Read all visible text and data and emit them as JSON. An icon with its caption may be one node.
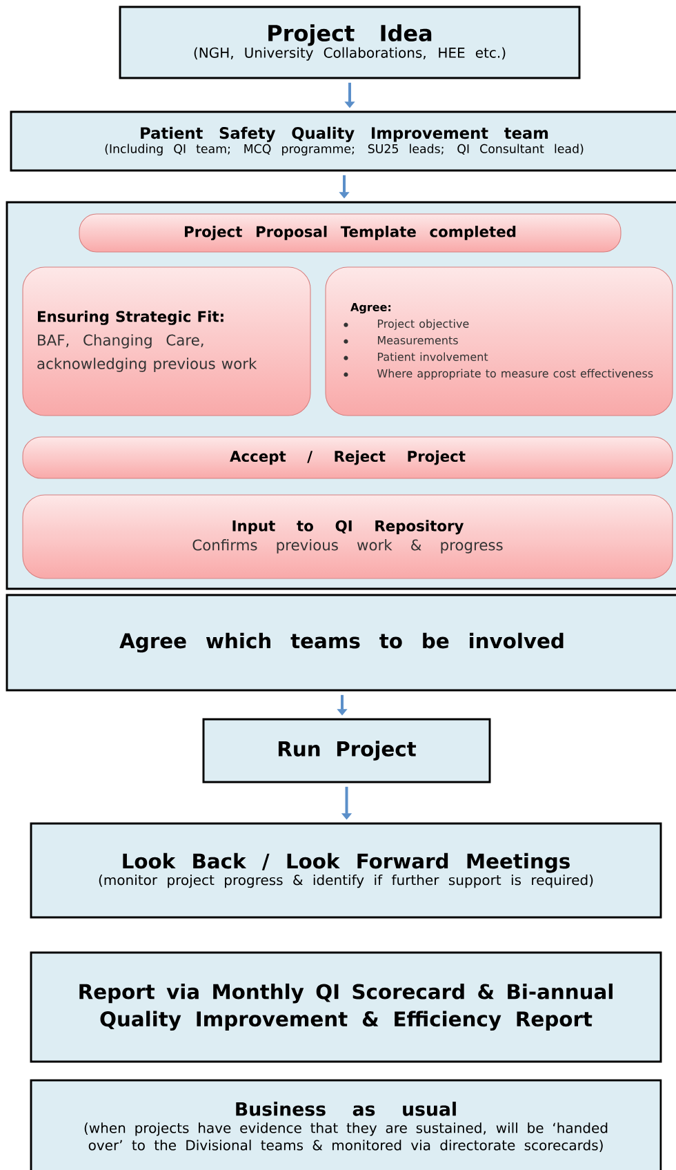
{
  "diagram": {
    "nodes": [
      {
        "text": [
          "Project Idea",
          "(NGH, University Collaborations, HEE etc.)"
        ]
      },
      {
        "text": [
          "Patient Safety Quality Improvement team",
          "(Including QI team; MCQ programme; SU25 leads; QI Consultant lead)"
        ]
      },
      {
        "text": [],
        "shape": "box"
      },
      {
        "text": [
          "Project Proposal Template completed"
        ],
        "in": 2
      },
      {
        "text": [
          "Ensuring Strategic Fit:",
          "BAF, Changing Care, acknowledging previous work"
        ],
        "in": 2
      },
      {
        "text": [
          "Agree:",
          "Project objective",
          "Measurements",
          "Patient involvement",
          "Where appropriate to measure cost effectiveness"
        ],
        "in": 2
      },
      {
        "text": [
          "Accept / Reject Project"
        ],
        "in": 2
      },
      {
        "text": [
          "Input to QI Repository",
          "Confirms previous work & progress"
        ],
        "in": 2
      },
      {
        "text": [
          "Agree which teams to be involved"
        ]
      },
      {
        "text": [
          "Run Project"
        ]
      },
      {
        "text": [
          "Look Back / Look Forward Meetings",
          "(monitor project progress & identify if further support is required)"
        ]
      },
      {
        "text": [
          "Report via Monthly QI Scorecard & Bi-annual Quality Improvement & Efficiency Report"
        ]
      },
      {
        "text": [
          "Business as usual",
          "(when projects have evidence that they are sustained, will be ‘handed over’ to the Divisional teams & monitored via directorate scorecards)"
        ]
      }
    ],
    "edges": [
      {
        "from": 0,
        "to": 1,
        "arrow": "to"
      },
      {
        "from": 1,
        "to": 2,
        "arrow": "to"
      },
      {
        "from": 8,
        "to": 9,
        "arrow": "to"
      },
      {
        "from": 9,
        "to": 10,
        "arrow": "to"
      }
    ]
  }
}
